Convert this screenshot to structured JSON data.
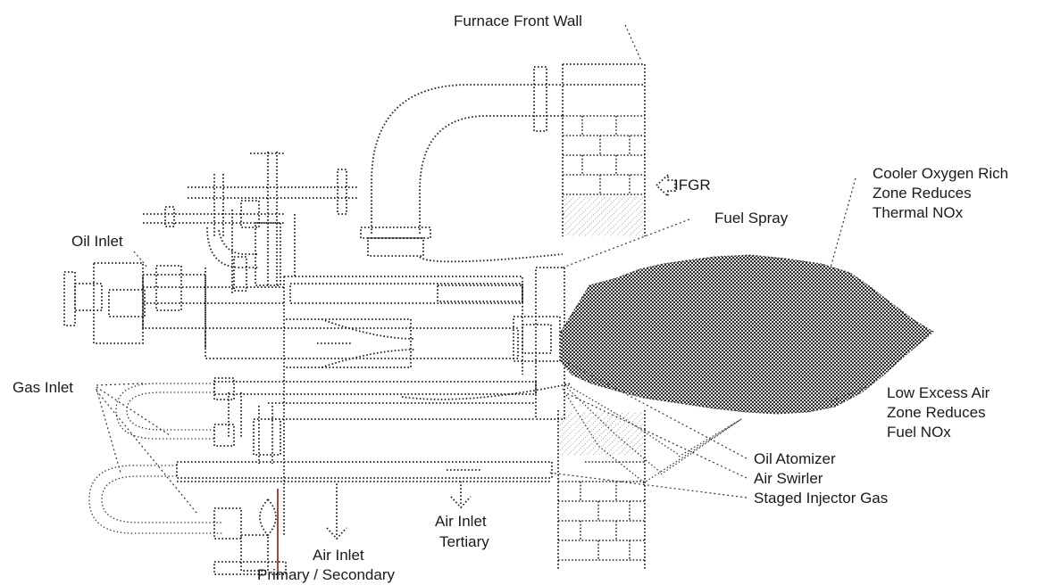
{
  "labels": {
    "furnace_front_wall": "Furnace Front Wall",
    "ifgr": "IFGR",
    "cooler_zone_1": "Cooler Oxygen Rich",
    "cooler_zone_2": "Zone Reduces",
    "cooler_zone_3": "Thermal NOx",
    "fuel_spray": "Fuel Spray",
    "oil_inlet": "Oil Inlet",
    "gas_inlet": "Gas Inlet",
    "low_excess_1": "Low Excess Air",
    "low_excess_2": "Zone Reduces",
    "low_excess_3": "Fuel NOx",
    "oil_atomizer": "Oil Atomizer",
    "air_swirler": "Air Swirler",
    "staged_injector": "Staged Injector Gas",
    "air_inlet_tertiary_1": "Air Inlet",
    "air_inlet_tertiary_2": "Tertiary",
    "air_inlet_primary_1": "Air Inlet",
    "air_inlet_primary_2": "Primary / Secondary"
  },
  "colors": {
    "line": "#222222",
    "flame": "#444444",
    "background": "#ffffff"
  }
}
